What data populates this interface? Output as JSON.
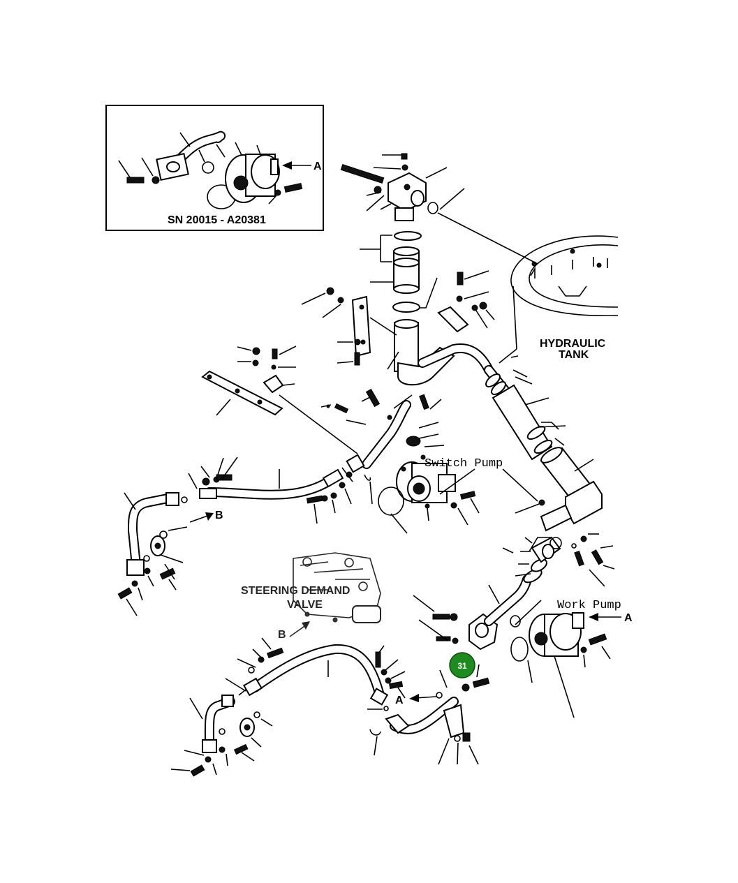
{
  "inset": {
    "caption": "SN 20015 - A20381",
    "arrow_label": "A"
  },
  "labels": {
    "hydraulic_tank": [
      "HYDRAULIC",
      "TANK"
    ],
    "switch_pump": "Switch Pump",
    "work_pump": "Work Pump",
    "steering_demand_valve": [
      "STEERING DEMAND",
      "VALVE"
    ],
    "ref_a": "A",
    "ref_b": "B"
  },
  "callout": {
    "number": "31",
    "color": "#1f8a1f"
  }
}
